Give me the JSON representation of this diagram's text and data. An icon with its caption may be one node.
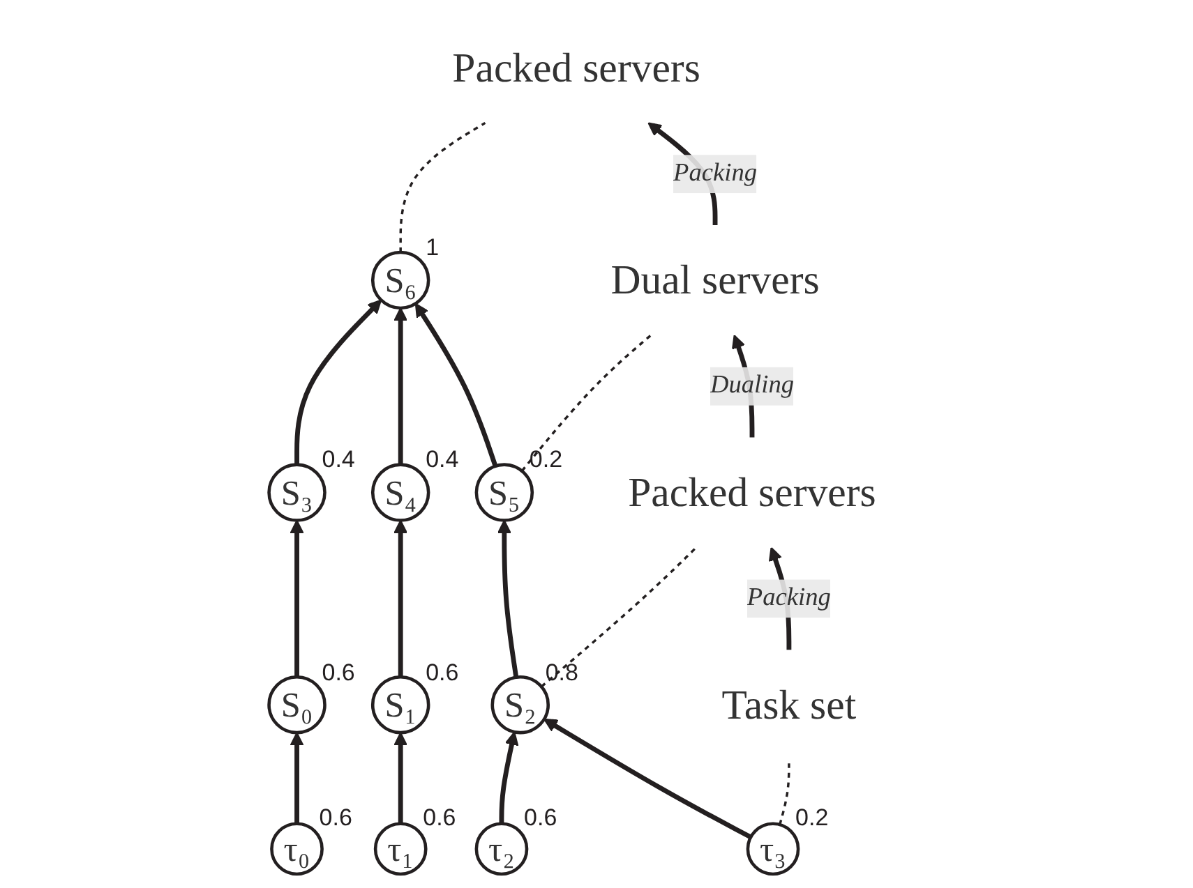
{
  "diagram": {
    "nodes": [
      {
        "text": [
          "S₆"
        ],
        "beside": [
          "1"
        ]
      },
      {
        "text": [
          "Packed servers"
        ]
      },
      {
        "text": [
          "S₃"
        ],
        "beside": [
          "0.4"
        ]
      },
      {
        "text": [
          "S₄"
        ],
        "beside": [
          "0.4"
        ]
      },
      {
        "text": [
          "S₅"
        ],
        "beside": [
          "0.2"
        ]
      },
      {
        "text": [
          "Dual servers"
        ]
      },
      {
        "text": [
          "S₀"
        ],
        "beside": [
          "0.6"
        ]
      },
      {
        "text": [
          "S₁"
        ],
        "beside": [
          "0.6"
        ]
      },
      {
        "text": [
          "S₂"
        ],
        "beside": [
          "0.8"
        ]
      },
      {
        "text": [
          "Packed servers"
        ]
      },
      {
        "text": [
          "τ₀"
        ],
        "beside": [
          "0.6"
        ]
      },
      {
        "text": [
          "τ₁"
        ],
        "beside": [
          "0.6"
        ]
      },
      {
        "text": [
          "τ₂"
        ],
        "beside": [
          "0.6"
        ]
      },
      {
        "text": [
          "τ₃"
        ],
        "beside": [
          "0.2"
        ]
      },
      {
        "text": [
          "Task set"
        ]
      }
    ],
    "edges": [
      {
        "from": 2,
        "to": 0,
        "arrow": "to"
      },
      {
        "from": 3,
        "to": 0,
        "arrow": "to"
      },
      {
        "from": 4,
        "to": 0,
        "arrow": "to"
      },
      {
        "from": 6,
        "to": 2,
        "arrow": "to"
      },
      {
        "from": 7,
        "to": 3,
        "arrow": "to"
      },
      {
        "from": 8,
        "to": 4,
        "arrow": "to"
      },
      {
        "from": 10,
        "to": 6,
        "arrow": "to"
      },
      {
        "from": 11,
        "to": 7,
        "arrow": "to"
      },
      {
        "from": 12,
        "to": 8,
        "arrow": "to"
      },
      {
        "from": 13,
        "to": 8,
        "arrow": "to"
      },
      {
        "from": 0,
        "to": 1,
        "arrow": "none",
        "style": "dashed"
      },
      {
        "from": 4,
        "to": 5,
        "arrow": "none",
        "style": "dashed"
      },
      {
        "from": 8,
        "to": 9,
        "arrow": "none",
        "style": "dashed"
      },
      {
        "from": 13,
        "to": 14,
        "arrow": "none",
        "style": "dashed"
      },
      {
        "from": 14,
        "to": 9,
        "arrow": "to",
        "label": "Packing"
      },
      {
        "from": 9,
        "to": 5,
        "arrow": "to",
        "label": "Dualing"
      },
      {
        "from": 5,
        "to": 1,
        "arrow": "to",
        "label": "Packing"
      }
    ]
  }
}
